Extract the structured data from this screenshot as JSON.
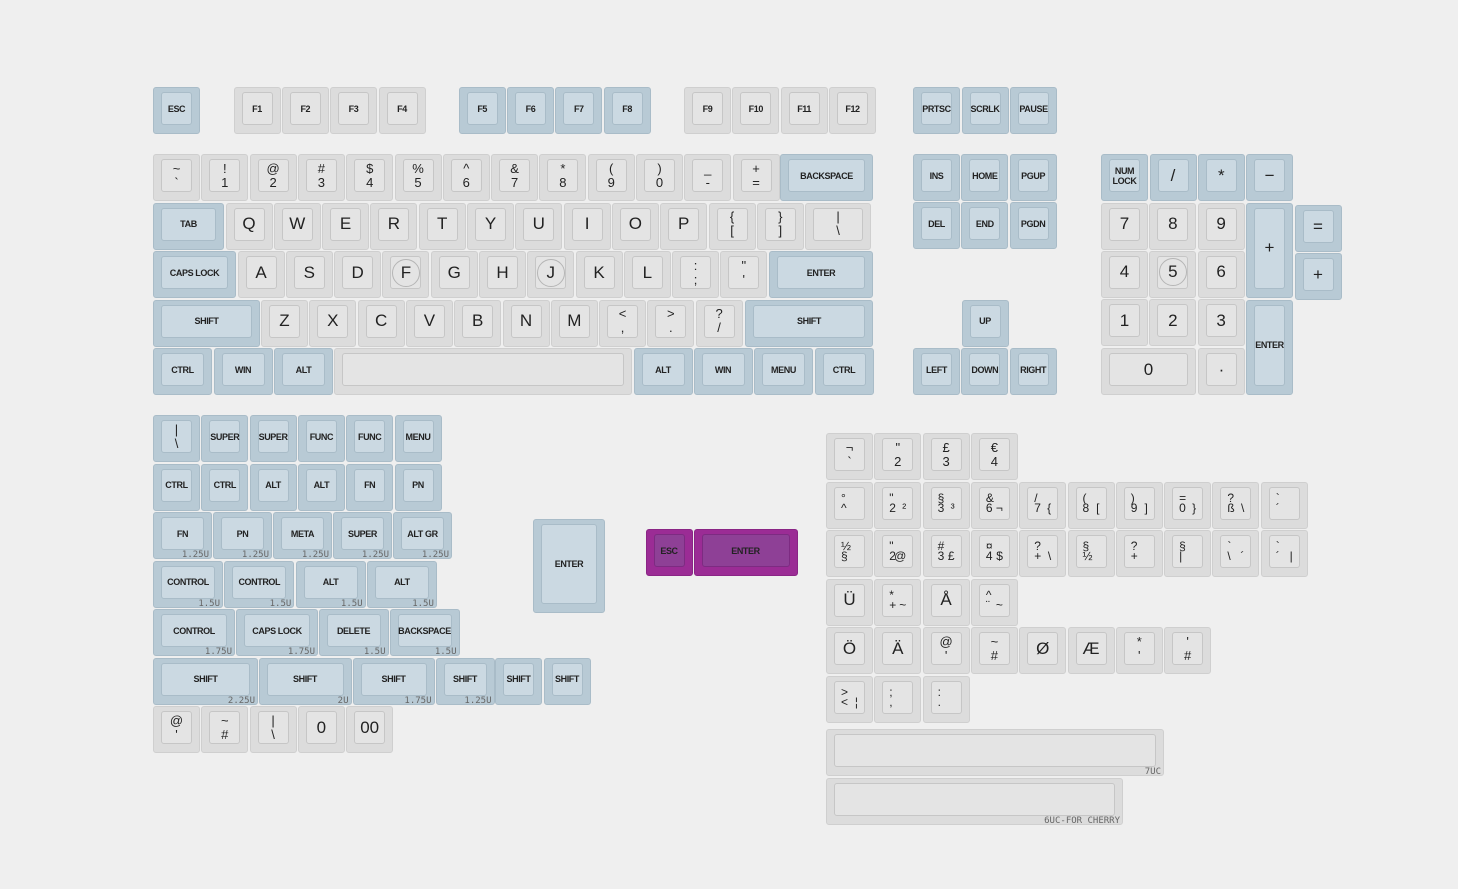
{
  "colors": {
    "background": "#efefef",
    "alpha": "#dcdcdc",
    "modifier": "#b8cad5",
    "accent": "#9b2c95"
  },
  "keyboard": {
    "fn_row": [
      "ESC",
      "F1",
      "F2",
      "F3",
      "F4",
      "F5",
      "F6",
      "F7",
      "F8",
      "F9",
      "F10",
      "F11",
      "F12",
      "PRTSC",
      "SCRLK",
      "PAUSE"
    ],
    "number_row": [
      [
        "~",
        "`"
      ],
      [
        "!",
        "1"
      ],
      [
        "@",
        "2"
      ],
      [
        "#",
        "3"
      ],
      [
        "$",
        "4"
      ],
      [
        "%",
        "5"
      ],
      [
        "^",
        "6"
      ],
      [
        "&",
        "7"
      ],
      [
        "*",
        "8"
      ],
      [
        "(",
        "9"
      ],
      [
        ")",
        "0"
      ],
      [
        "_",
        "-"
      ],
      [
        "+",
        "="
      ]
    ],
    "backspace": "BACKSPACE",
    "tab": "TAB",
    "qwerty": [
      "Q",
      "W",
      "E",
      "R",
      "T",
      "Y",
      "U",
      "I",
      "O",
      "P"
    ],
    "brackets": [
      [
        "{",
        "["
      ],
      [
        "}",
        "]"
      ],
      [
        "|",
        "\\"
      ]
    ],
    "caps": "CAPS LOCK",
    "asdf": [
      "A",
      "S",
      "D",
      "F",
      "G",
      "H",
      "J",
      "K",
      "L"
    ],
    "semis": [
      [
        ":",
        ";"
      ],
      [
        "\"",
        "'"
      ]
    ],
    "enter": "ENTER",
    "shift": "SHIFT",
    "zxcv": [
      "Z",
      "X",
      "C",
      "V",
      "B",
      "N",
      "M"
    ],
    "punct": [
      [
        "<",
        ","
      ],
      [
        ">",
        "."
      ],
      [
        "?",
        "/"
      ]
    ],
    "bottom_left": [
      "CTRL",
      "WIN",
      "ALT"
    ],
    "bottom_right": [
      "ALT",
      "WIN",
      "MENU",
      "CTRL"
    ],
    "nav": [
      "INS",
      "HOME",
      "PGUP",
      "DEL",
      "END",
      "PGDN"
    ],
    "arrows": [
      "UP",
      "LEFT",
      "DOWN",
      "RIGHT"
    ],
    "numpad": {
      "numlock": "NUM LOCK",
      "ops": [
        "/",
        "*",
        "−"
      ],
      "digits": [
        "7",
        "8",
        "9",
        "4",
        "5",
        "6",
        "1",
        "2",
        "3"
      ],
      "zero": "0",
      "dot": "·",
      "plus": "+",
      "enter": "ENTER",
      "extra": [
        "=",
        "+"
      ]
    }
  },
  "extras": {
    "row1": [
      [
        "|",
        "\\"
      ],
      "SUPER",
      "SUPER",
      "FUNC",
      "FUNC",
      "MENU"
    ],
    "row2": [
      "CTRL",
      "CTRL",
      "ALT",
      "ALT",
      "FN",
      "PN"
    ],
    "row3": [
      {
        "l": "FN",
        "u": "1.25U"
      },
      {
        "l": "PN",
        "u": "1.25U"
      },
      {
        "l": "META",
        "u": "1.25U"
      },
      {
        "l": "SUPER",
        "u": "1.25U"
      },
      {
        "l": "ALT GR",
        "u": "1.25U"
      }
    ],
    "row4": [
      {
        "l": "CONTROL",
        "u": "1.5U"
      },
      {
        "l": "CONTROL",
        "u": "1.5U"
      },
      {
        "l": "ALT",
        "u": "1.5U"
      },
      {
        "l": "ALT",
        "u": "1.5U"
      }
    ],
    "row5": [
      {
        "l": "CONTROL",
        "u": "1.75U"
      },
      {
        "l": "CAPS LOCK",
        "u": "1.75U"
      },
      {
        "l": "DELETE",
        "u": "1.5U"
      },
      {
        "l": "BACKSPACE",
        "u": "1.5U"
      }
    ],
    "row6": [
      {
        "l": "SHIFT",
        "u": "2.25U"
      },
      {
        "l": "SHIFT",
        "u": "2U"
      },
      {
        "l": "SHIFT",
        "u": "1.75U"
      },
      {
        "l": "SHIFT",
        "u": "1.25U"
      },
      {
        "l": "SHIFT",
        "u": ""
      },
      {
        "l": "SHIFT",
        "u": ""
      }
    ],
    "row7": [
      [
        "@",
        "'"
      ],
      [
        "~",
        "#"
      ],
      [
        "|",
        "\\"
      ],
      "0",
      "00"
    ],
    "iso_enter": "ENTER",
    "accent_esc": "ESC",
    "accent_enter": "ENTER"
  },
  "intl": {
    "r1": [
      [
        "¬",
        "`"
      ],
      [
        "\"",
        "2"
      ],
      [
        "£",
        "3"
      ],
      [
        "€",
        "4"
      ]
    ],
    "r2": [
      [
        "°",
        "^",
        ""
      ],
      [
        "\"",
        "2",
        "²"
      ],
      [
        "§",
        "3",
        "³"
      ],
      [
        "&",
        "6",
        "¬"
      ],
      [
        "/",
        "7",
        "{"
      ],
      [
        "(",
        "8",
        "["
      ],
      [
        ")",
        "9",
        "]"
      ],
      [
        "=",
        "0",
        "}"
      ],
      [
        "?",
        "ß",
        "\\"
      ],
      [
        "`",
        "´",
        ""
      ]
    ],
    "r3": [
      [
        "½",
        "§",
        ""
      ],
      [
        "\"",
        "2",
        "@"
      ],
      [
        "#",
        "3",
        "£"
      ],
      [
        "¤",
        "4",
        "$"
      ],
      [
        "?",
        "+",
        "\\"
      ],
      [
        "§",
        "½",
        ""
      ],
      [
        "?",
        "+",
        ""
      ],
      [
        "§",
        "|",
        ""
      ],
      [
        "`",
        "\\",
        "´"
      ],
      [
        "`",
        "´",
        "|"
      ]
    ],
    "r4": [
      [
        "Ü",
        "",
        ""
      ],
      [
        "*",
        "+",
        "~"
      ],
      [
        "Å",
        "",
        ""
      ],
      [
        "^",
        "¨",
        "~"
      ]
    ],
    "r5": [
      [
        "Ö",
        "",
        ""
      ],
      [
        "Ä",
        "",
        ""
      ],
      [
        "@",
        "'",
        ""
      ],
      [
        "~",
        "#",
        ""
      ],
      [
        "Ø",
        "",
        ""
      ],
      [
        "Æ",
        "",
        ""
      ],
      [
        "*",
        "'",
        ""
      ],
      [
        "'",
        "#",
        ""
      ]
    ],
    "r6": [
      [
        ">",
        "<",
        "¦"
      ],
      [
        ";",
        ",",
        ""
      ],
      [
        ":",
        ".",
        ""
      ]
    ],
    "space7": "7UC",
    "space6": "6UC-FOR CHERRY"
  }
}
